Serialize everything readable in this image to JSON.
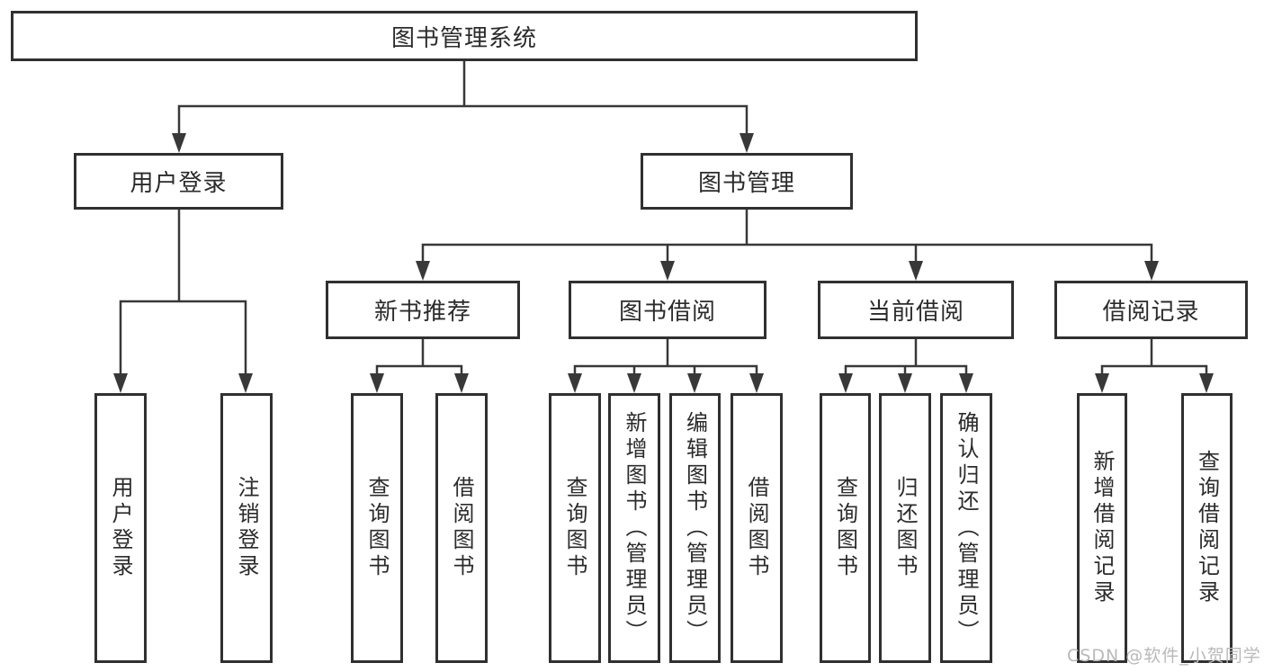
{
  "tree": {
    "root": "图书管理系统",
    "children": [
      {
        "label": "用户登录",
        "children": [
          "用户登录",
          "注销登录"
        ]
      },
      {
        "label": "图书管理",
        "children": [
          {
            "label": "新书推荐",
            "children": [
              "查询图书",
              "借阅图书"
            ]
          },
          {
            "label": "图书借阅",
            "children": [
              "查询图书",
              "新增图书（管理员）",
              "编辑图书（管理员）",
              "借阅图书"
            ]
          },
          {
            "label": "当前借阅",
            "children": [
              "查询图书",
              "归还图书",
              "确认归还（管理员）"
            ]
          },
          {
            "label": "借阅记录",
            "children": [
              "新增借阅记录",
              "查询借阅记录"
            ]
          }
        ]
      }
    ]
  },
  "watermark": {
    "text": "CSDN @软件_小贺同学"
  },
  "colors": {
    "line": "#383838",
    "border": "#303030",
    "box_fill": "#ffffff",
    "text": "#2b2b2b",
    "watermark": "#b9b9b9",
    "background": "#ffffff"
  }
}
